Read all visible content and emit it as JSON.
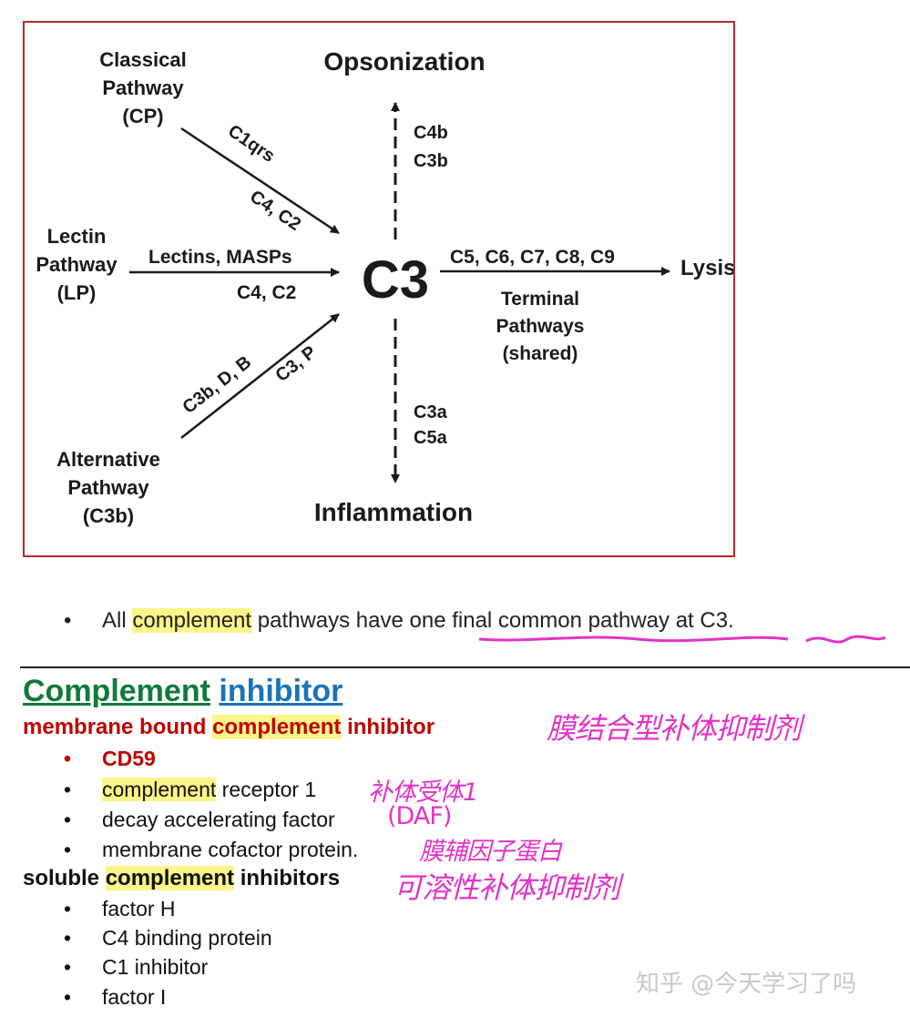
{
  "diagram": {
    "center": "C3",
    "opsonization": "Opsonization",
    "inflammation": "Inflammation",
    "lysis": "Lysis",
    "cp_lines": [
      "Classical",
      "Pathway",
      "(CP)"
    ],
    "lp_lines": [
      "Lectin",
      "Pathway",
      "(LP)"
    ],
    "ap_lines": [
      "Alternative",
      "Pathway",
      "(C3b)"
    ],
    "cp_upper": "C1qrs",
    "cp_lower": "C4, C2",
    "lp_upper": "Lectins, MASPs",
    "lp_lower": "C4, C2",
    "ap_upper": "C3, P",
    "ap_lower": "C3b, D, B",
    "up_labels": [
      "C4b",
      "C3b"
    ],
    "down_labels": [
      "C3a",
      "C5a"
    ],
    "right_label": "C5, C6, C7, C8, C9",
    "terminal_lines": [
      "Terminal",
      "Pathways",
      "(shared)"
    ]
  },
  "bullet": {
    "pre": "All ",
    "hl": "complement",
    "mid": " pathways have ",
    "underlined": "one final common pathway",
    "sep": " ",
    "tail": "at C3."
  },
  "heading": {
    "w1": "Complement",
    "w2": "inhibitor"
  },
  "membrane": {
    "pre": "membrane bound ",
    "hl": "complement",
    "post": " inhibitor",
    "note": "膜结合型补体抑制剂",
    "items": [
      {
        "pre": "",
        "hl": "",
        "post": "CD59",
        "note": ""
      },
      {
        "pre": "",
        "hl": "complement",
        "post": " receptor 1",
        "note": "补体受体1"
      },
      {
        "pre": "decay accelerating factor",
        "hl": "",
        "post": "",
        "note": "(DAF)"
      },
      {
        "pre": "membrane cofactor protein.",
        "hl": "",
        "post": "",
        "note": "膜辅因子蛋白"
      }
    ]
  },
  "soluble": {
    "pre": "soluble ",
    "hl": "complement",
    "post": " inhibitors",
    "note": "可溶性补体抑制剂",
    "items": [
      "factor H",
      "C4 binding protein",
      "C1 inhibitor",
      "factor I"
    ]
  },
  "bullet_glyph": "•",
  "watermark": "知乎 @今天学习了吗",
  "colors": {
    "border": "#b52a2e",
    "annotation": "#e233c8",
    "highlight": "#fbf58a",
    "heading_green": "#0f7a3a",
    "heading_blue": "#1a73b8",
    "red_text": "#c00000"
  }
}
